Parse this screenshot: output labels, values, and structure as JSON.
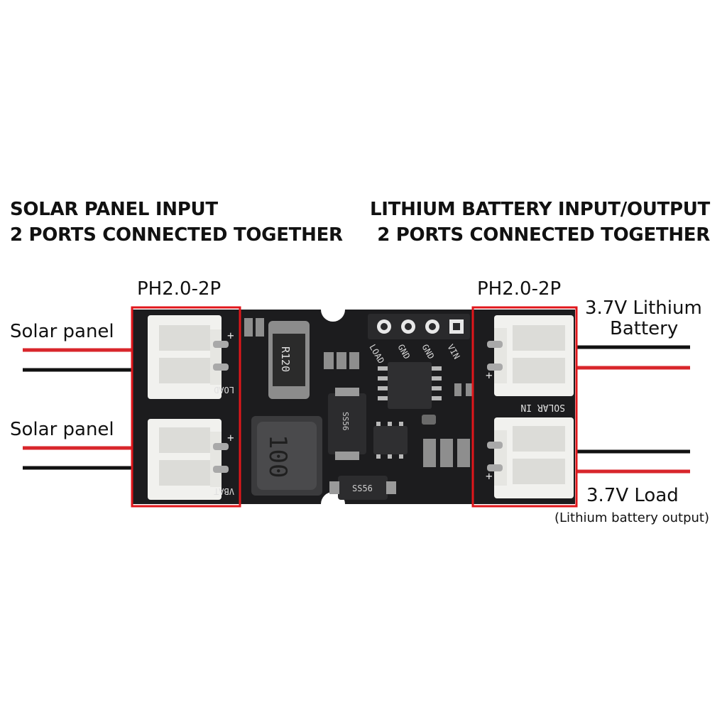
{
  "headings": {
    "left": [
      "SOLAR PANEL INPUT",
      "2 PORTS CONNECTED TOGETHER"
    ],
    "right": [
      "LITHIUM BATTERY INPUT/OUTPUT",
      "2 PORTS CONNECTED TOGETHER"
    ]
  },
  "connector_type_left": "PH2.0-2P",
  "connector_type_right": "PH2.0-2P",
  "wires": {
    "solar_panel_1": "Solar panel",
    "solar_panel_2": "Solar panel",
    "battery_line1": "3.7V Lithium",
    "battery_line2": "Battery",
    "load": "3.7V Load",
    "load_note": "(Lithium battery output)"
  },
  "board": {
    "silk_left_top": "LOAD",
    "silk_left_bottom": "VBAT",
    "silk_right": "SOLAR IN",
    "silk_header": [
      "LOAD",
      "GND",
      "GND",
      "VIN"
    ],
    "resistor": "R120",
    "inductor": "100",
    "diode_1": "SS56",
    "diode_2": "SS56",
    "plus": "+"
  },
  "colors": {
    "highlight": "#e0161b",
    "wire_red": "#d8262b",
    "wire_black": "#111111",
    "board": "#1c1c1e",
    "connector": "#f1f1ee"
  }
}
